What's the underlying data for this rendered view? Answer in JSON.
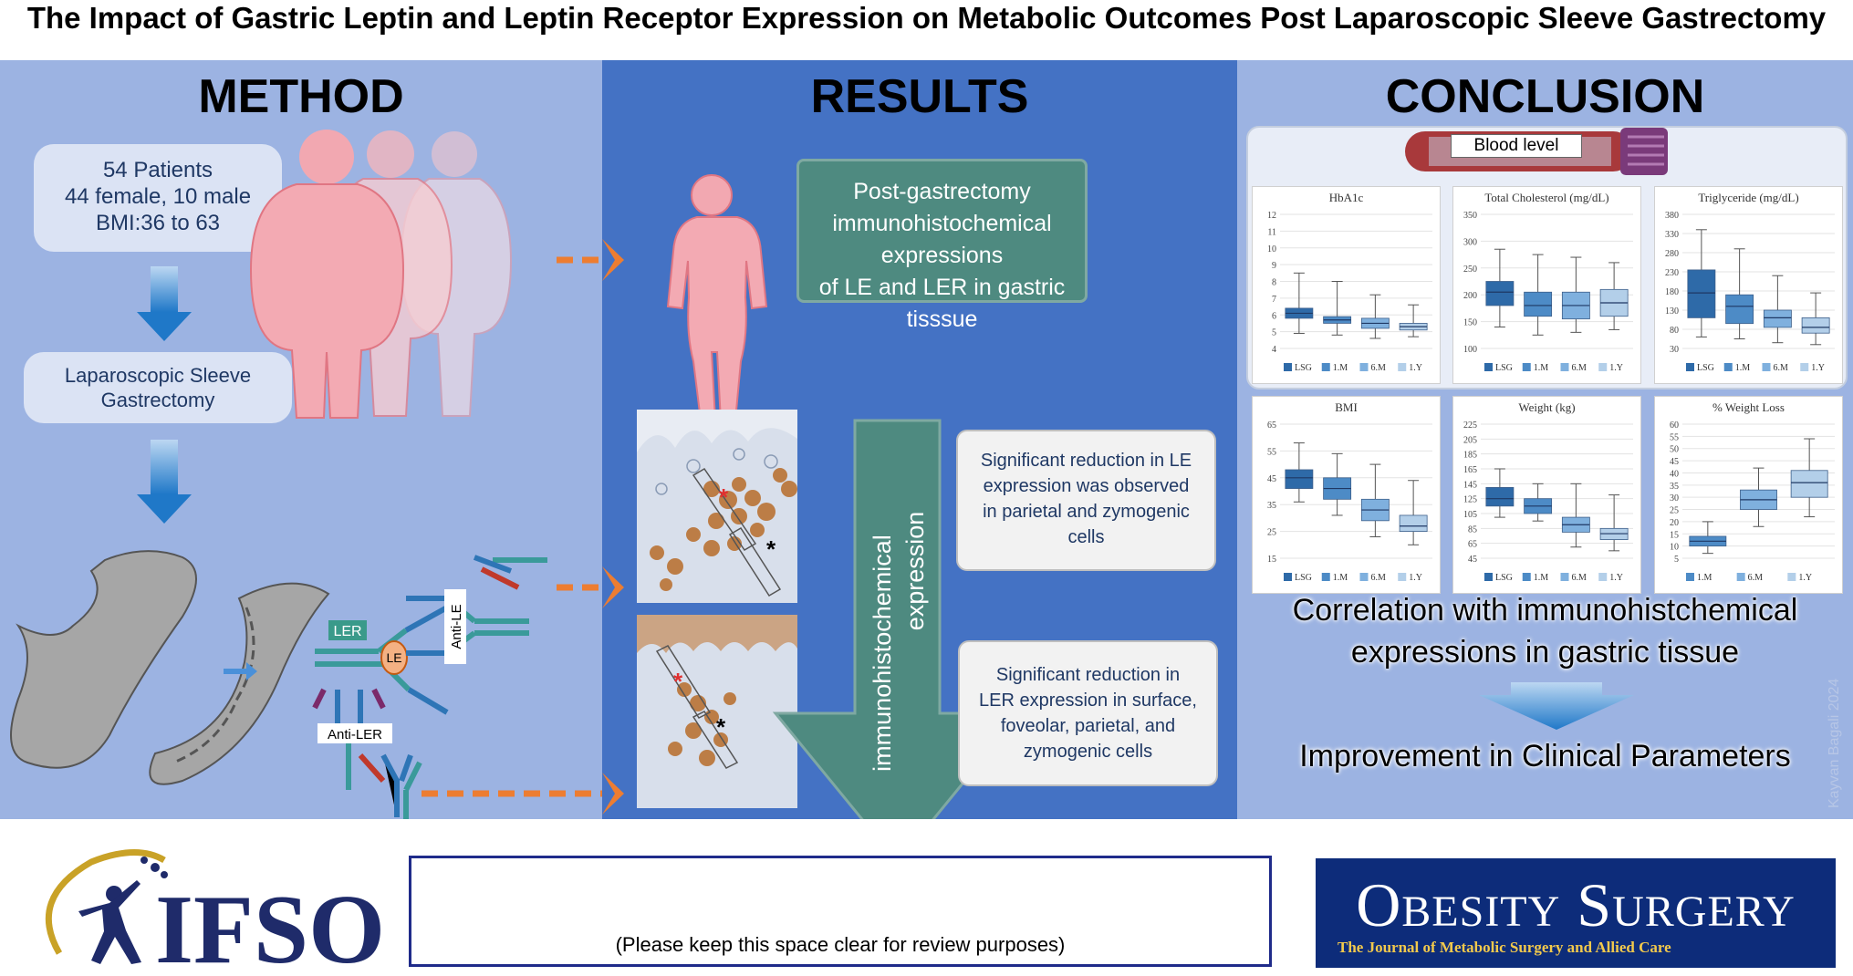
{
  "title": "The Impact of Gastric Leptin and Leptin Receptor Expression on Metabolic Outcomes Post Laparoscopic Sleeve Gastrectomy",
  "method": {
    "heading": "METHOD",
    "patients": [
      "54 Patients",
      "44 female, 10 male",
      "BMI:36 to 63"
    ],
    "lsg": [
      "Laparoscopic Sleeve",
      "Gastrectomy"
    ],
    "labels": {
      "ler": "LER",
      "le": "LE",
      "anti_le": "Anti-LE",
      "anti_ler": "Anti-LER"
    }
  },
  "results": {
    "heading": "RESULTS",
    "post_box": [
      "Post-gastrectomy",
      "immunohistochemical expressions",
      "of LE and LER in gastric tisssue"
    ],
    "arrow_text": [
      "immunohistochemical",
      "expression"
    ],
    "finding1": [
      "Significant reduction in LE",
      "expression was observed",
      "in parietal and zymogenic",
      "cells"
    ],
    "finding2": [
      "Significant reduction in",
      "LER expression in surface,",
      "foveolar, parietal, and",
      "zymogenic cells"
    ]
  },
  "conclusion": {
    "heading": "CONCLUSION",
    "tube_label": "Blood level",
    "correlation": [
      "Correlation with immunohistchemical",
      "expressions in gastric tissue"
    ],
    "improvement": "Improvement in Clinical Parameters",
    "watermark": "Kayvan Bagali 2024"
  },
  "footer": {
    "ifso": "IFSO",
    "review_note": "(Please keep this space clear for review purposes)",
    "journal_title": "Obesity Surgery",
    "journal_subtitle": "The Journal of Metabolic Surgery and Allied Care"
  },
  "colors": {
    "series": [
      "#2e6aa8",
      "#4d8bc6",
      "#7fb0de",
      "#b3cfe9"
    ]
  },
  "chart_data": [
    {
      "type": "box",
      "title": "HbA1c",
      "categories": [
        "LSG",
        "1.M",
        "6.M",
        "1.Y"
      ],
      "yticks": [
        "12",
        "11",
        "10",
        "9",
        "8",
        "7",
        "6",
        "5",
        "4"
      ],
      "ylim": [
        4,
        12
      ],
      "q1": [
        5.8,
        5.5,
        5.2,
        5.1
      ],
      "q3": [
        6.4,
        5.9,
        5.8,
        5.5
      ],
      "median": [
        6.1,
        5.7,
        5.5,
        5.3
      ],
      "min": [
        4.9,
        4.8,
        4.6,
        4.7
      ],
      "max": [
        8.5,
        8.0,
        7.2,
        6.6
      ]
    },
    {
      "type": "box",
      "title": "Total Cholesterol (mg/dL)",
      "categories": [
        "LSG",
        "1.M",
        "6.M",
        "1.Y"
      ],
      "yticks": [
        "350",
        "300",
        "250",
        "200",
        "150",
        "100"
      ],
      "ylim": [
        100,
        350
      ],
      "q1": [
        180,
        160,
        155,
        160
      ],
      "q3": [
        225,
        205,
        205,
        210
      ],
      "median": [
        205,
        180,
        180,
        185
      ],
      "min": [
        140,
        125,
        130,
        135
      ],
      "max": [
        285,
        275,
        270,
        260
      ]
    },
    {
      "type": "box",
      "title": "Triglyceride (mg/dL)",
      "categories": [
        "LSG",
        "1.M",
        "6.M",
        "1.Y"
      ],
      "yticks": [
        "380",
        "330",
        "280",
        "230",
        "180",
        "130",
        "80",
        "30"
      ],
      "ylim": [
        30,
        380
      ],
      "q1": [
        110,
        95,
        85,
        70
      ],
      "q3": [
        235,
        170,
        130,
        110
      ],
      "median": [
        175,
        140,
        110,
        85
      ],
      "min": [
        60,
        55,
        45,
        40
      ],
      "max": [
        340,
        290,
        220,
        175
      ]
    },
    {
      "type": "box",
      "title": "BMI",
      "categories": [
        "LSG",
        "1.M",
        "6.M",
        "1.Y"
      ],
      "yticks": [
        "65",
        "55",
        "45",
        "35",
        "25",
        "15"
      ],
      "ylim": [
        15,
        65
      ],
      "q1": [
        41,
        37,
        29,
        25
      ],
      "q3": [
        48,
        45,
        37,
        31
      ],
      "median": [
        45,
        41,
        33,
        27
      ],
      "min": [
        36,
        31,
        23,
        20
      ],
      "max": [
        58,
        54,
        50,
        44
      ]
    },
    {
      "type": "box",
      "title": "Weight (kg)",
      "categories": [
        "LSG",
        "1.M",
        "6.M",
        "1.Y"
      ],
      "yticks": [
        "225",
        "205",
        "185",
        "165",
        "145",
        "125",
        "105",
        "85",
        "65",
        "45"
      ],
      "ylim": [
        45,
        225
      ],
      "q1": [
        115,
        105,
        80,
        70
      ],
      "q3": [
        140,
        125,
        100,
        85
      ],
      "median": [
        125,
        115,
        90,
        78
      ],
      "min": [
        100,
        95,
        60,
        55
      ],
      "max": [
        165,
        145,
        145,
        130
      ]
    },
    {
      "type": "box",
      "title": "% Weight Loss",
      "categories": [
        "1.M",
        "6.M",
        "1.Y"
      ],
      "yticks": [
        "60",
        "55",
        "50",
        "45",
        "40",
        "35",
        "30",
        "25",
        "20",
        "15",
        "10",
        "5"
      ],
      "ylim": [
        5,
        60
      ],
      "q1": [
        10,
        25,
        30
      ],
      "q3": [
        14,
        33,
        41
      ],
      "median": [
        12,
        29,
        36
      ],
      "min": [
        7,
        18,
        22
      ],
      "max": [
        20,
        42,
        54
      ]
    }
  ]
}
